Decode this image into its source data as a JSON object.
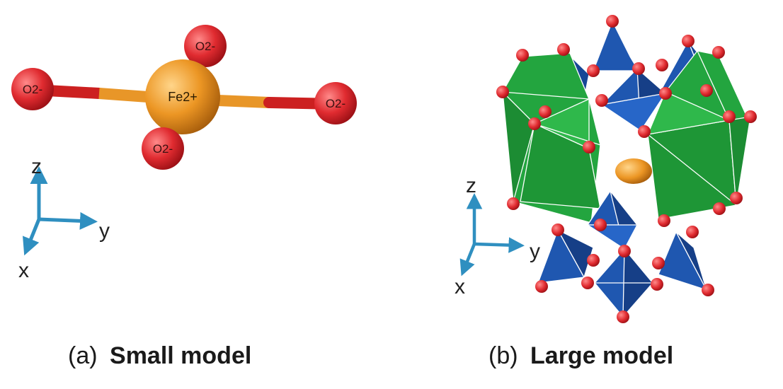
{
  "panel_a": {
    "atoms": {
      "center": "Fe2+",
      "top": "O2-",
      "left": "O2-",
      "right": "O2-",
      "bottom": "O2-"
    },
    "axes": {
      "z": "z",
      "y": "y",
      "x": "x"
    },
    "caption": {
      "tag": "(a)",
      "title": "Small model"
    }
  },
  "panel_b": {
    "axes": {
      "z": "z",
      "y": "y",
      "x": "x"
    },
    "caption": {
      "tag": "(b)",
      "title": "Large model"
    }
  },
  "colors": {
    "oxygen": "#d4232a",
    "iron": "#e8921e",
    "tetrahedron": "#1f57b0",
    "octahedron": "#22a13c",
    "axis": "#2f8fc0"
  }
}
